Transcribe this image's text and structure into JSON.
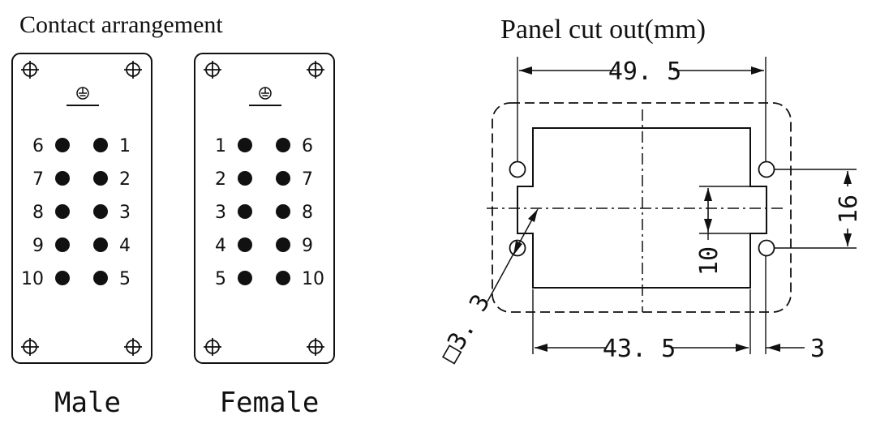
{
  "titles": {
    "contact": "Contact arrangement",
    "panel": "Panel cut out(mm)"
  },
  "male": {
    "label": "Male",
    "left_numbers": [
      "6",
      "7",
      "8",
      "9",
      "10"
    ],
    "right_numbers": [
      "1",
      "2",
      "3",
      "4",
      "5"
    ]
  },
  "female": {
    "label": "Female",
    "left_numbers": [
      "1",
      "2",
      "3",
      "4",
      "5"
    ],
    "right_numbers": [
      "6",
      "7",
      "8",
      "9",
      "10"
    ]
  },
  "dimensions": {
    "top_width": "49. 5",
    "bottom_width": "43. 5",
    "right_offset": "3",
    "hole_spacing": "16",
    "slot_height": "10",
    "hole_size": "□3. 3"
  },
  "colors": {
    "ink": "#111111",
    "background": "#ffffff"
  },
  "icons": {
    "ground": "ground-icon",
    "mount": "mounting-hole-icon"
  }
}
